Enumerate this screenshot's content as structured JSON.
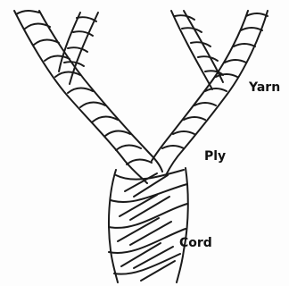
{
  "labels": {
    "yarn": "Yarn",
    "ply": "Ply",
    "cord": "Cord"
  },
  "colors": {
    "background": "#fdfdfd",
    "line": "#1a1a1a",
    "text": "#111111"
  }
}
